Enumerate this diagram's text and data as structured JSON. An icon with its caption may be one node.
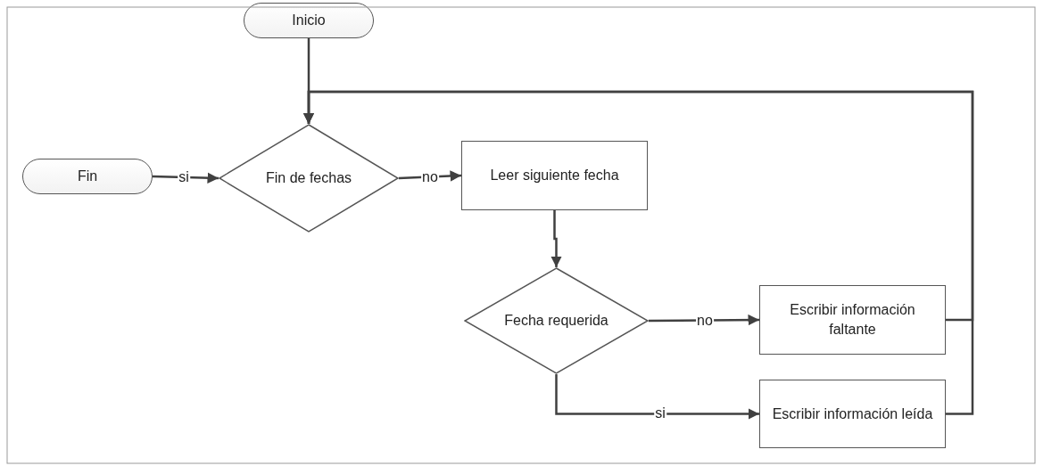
{
  "diagram": {
    "nodes": [
      {
        "text": [
          "Inicio"
        ]
      },
      {
        "text": [
          "Fin"
        ]
      },
      {
        "text": [
          "Fin de fechas"
        ]
      },
      {
        "text": [
          "Leer siguiente fecha"
        ]
      },
      {
        "text": [
          "Fecha requerida"
        ]
      },
      {
        "text": [
          "Escribir información faltante"
        ]
      },
      {
        "text": [
          "Escribir información leída"
        ]
      }
    ],
    "edges": [
      {
        "from": 0,
        "to": 2,
        "arrow": "to"
      },
      {
        "from": 1,
        "to": 2,
        "arrow": "to",
        "label": "si"
      },
      {
        "from": 2,
        "to": 3,
        "arrow": "to",
        "label": "no"
      },
      {
        "from": 3,
        "to": 4,
        "arrow": "to"
      },
      {
        "from": 4,
        "to": 5,
        "arrow": "to",
        "label": "no"
      },
      {
        "from": 4,
        "to": 6,
        "arrow": "to",
        "label": "si"
      },
      {
        "from": 5,
        "to": 2,
        "arrow": "to"
      },
      {
        "from": 6,
        "to": 2,
        "arrow": "to"
      }
    ]
  }
}
